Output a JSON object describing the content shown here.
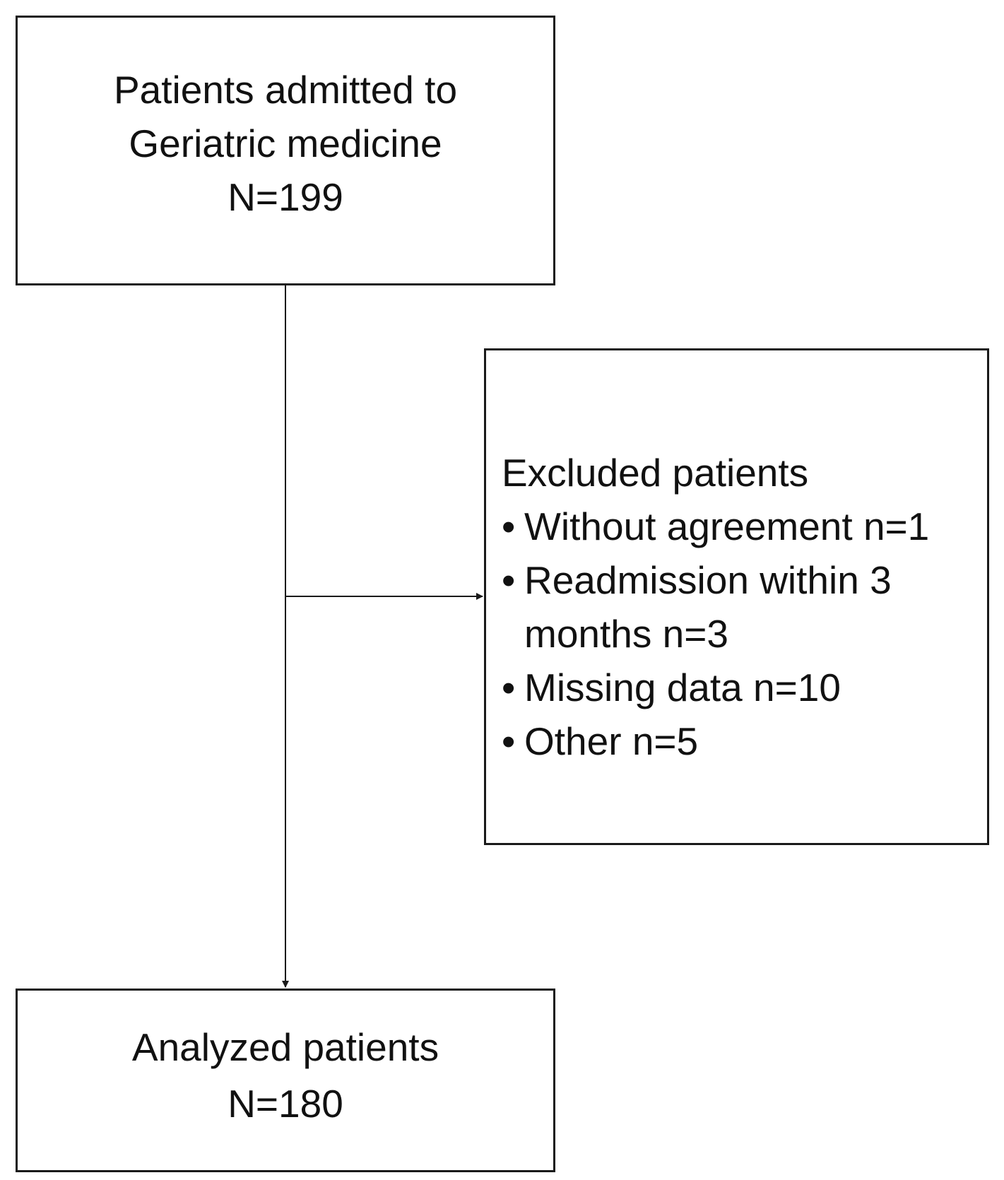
{
  "nodes": {
    "admitted": {
      "lines": [
        "Patients admitted to",
        "Geriatric medicine",
        "N=199"
      ]
    },
    "excluded": {
      "title": "Excluded patients",
      "items": [
        {
          "bullet": "•",
          "lines": [
            "Without agreement n=1"
          ]
        },
        {
          "bullet": "•",
          "lines": [
            "Readmission within 3",
            "months n=3"
          ]
        },
        {
          "bullet": "•",
          "lines": [
            "Missing data n=10"
          ]
        },
        {
          "bullet": "•",
          "lines": [
            "Other n=5"
          ]
        }
      ]
    },
    "analyzed": {
      "lines": [
        "Analyzed patients",
        "N=180"
      ]
    }
  },
  "edges": [
    {
      "from": "admitted",
      "to": "analyzed"
    },
    {
      "from": "admitted",
      "to": "excluded"
    }
  ],
  "colors": {
    "stroke": "#1a1a1a",
    "background": "#ffffff",
    "text": "#111111"
  }
}
